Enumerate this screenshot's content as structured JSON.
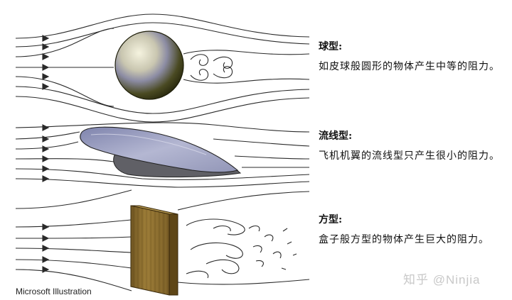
{
  "panels": [
    {
      "title": "球型:",
      "description": "如皮球般圆形的物体产生中等的阻力。"
    },
    {
      "title": "流线型:",
      "description": "飞机机翼的流线型只产生很小的阻力。"
    },
    {
      "title": "方型:",
      "description": "盒子般方型的物体产生巨大的阻力。"
    }
  ],
  "caption": "Microsoft Illustration",
  "watermark": "知乎 @Ninjia",
  "colors": {
    "flow_lines": "#2a2a2a",
    "sphere_light": "#f2f0d8",
    "sphere_mid": "#8c8c9e",
    "sphere_dark": "#2e2e10",
    "wing_fill": "#8f94b8",
    "wing_shadow": "#5e5e64",
    "plate_fill": "#8a6a2c",
    "plate_edge": "#5a4418"
  }
}
